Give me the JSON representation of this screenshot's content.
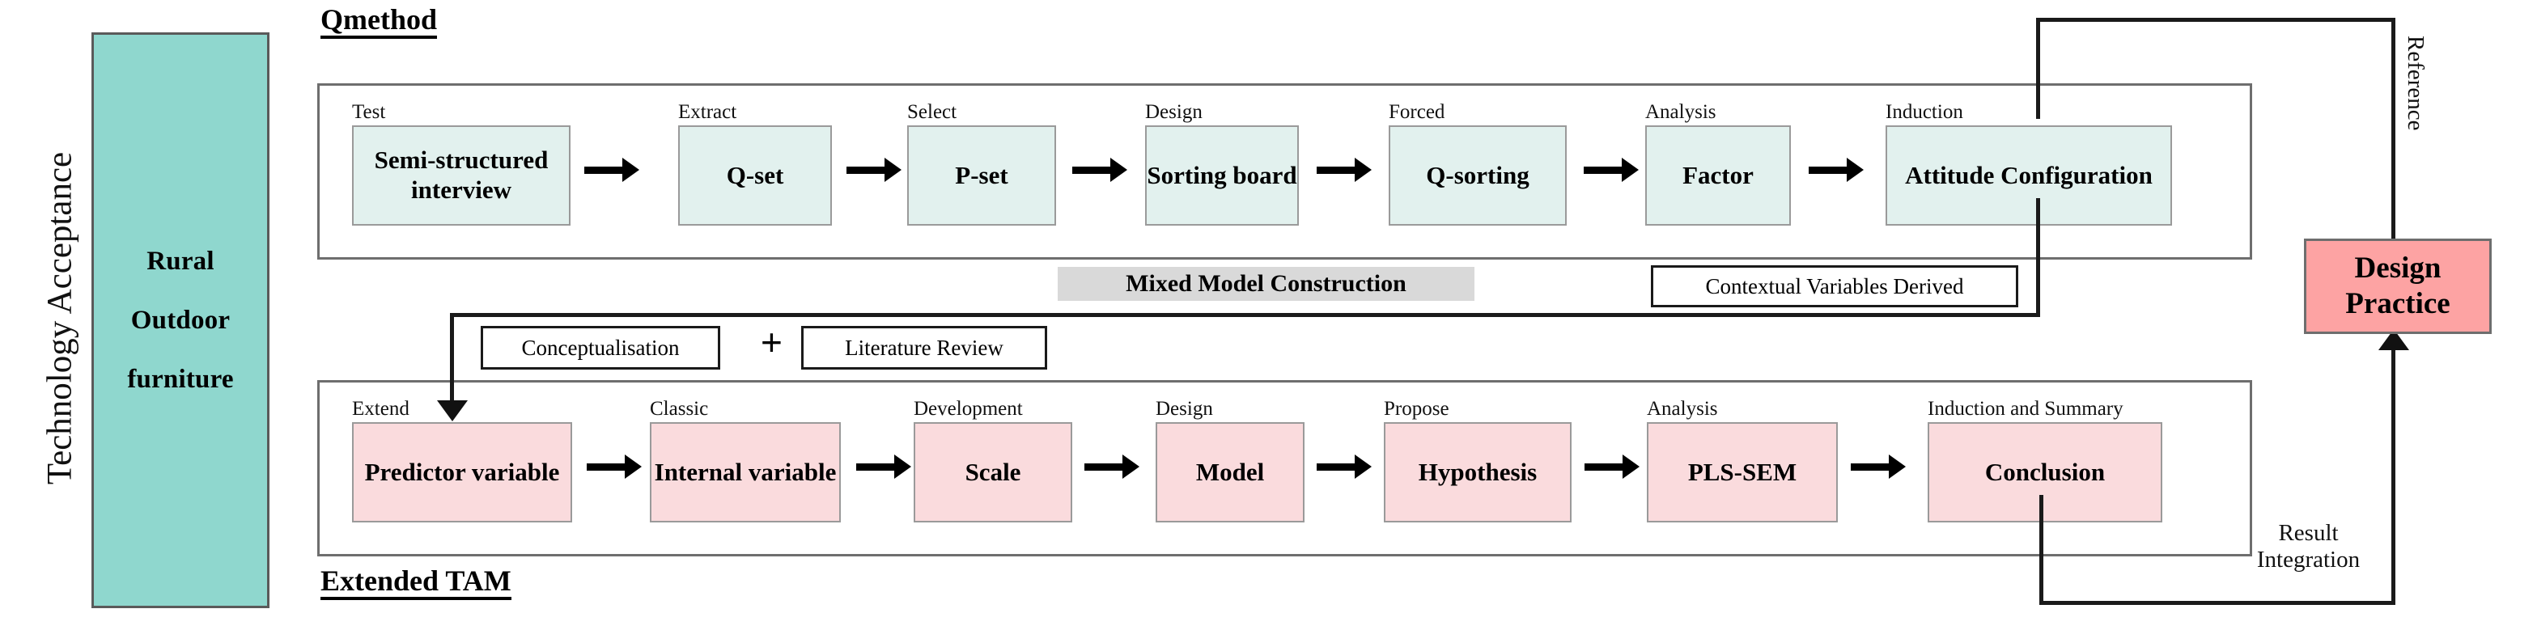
{
  "subject": {
    "axis_label": "Technology Acceptance",
    "panel_lines": [
      "Rural",
      "Outdoor",
      "furniture"
    ],
    "panel_color": "#8fd7ce"
  },
  "sections": {
    "top_title": "Qmethod",
    "bottom_title": "Extended TAM",
    "middle_banner": "Mixed Model Construction"
  },
  "qmethod": {
    "steps": [
      {
        "caption": "Test",
        "label": "Semi-structured interview"
      },
      {
        "caption": "Extract",
        "label": "Q-set"
      },
      {
        "caption": "Select",
        "label": "P-set"
      },
      {
        "caption": "Design",
        "label": "Sorting board"
      },
      {
        "caption": "Forced",
        "label": "Q-sorting"
      },
      {
        "caption": "Analysis",
        "label": "Factor"
      },
      {
        "caption": "Induction",
        "label": "Attitude Configuration"
      }
    ],
    "box_color": "#e2f1ee"
  },
  "tam": {
    "steps": [
      {
        "caption": "Extend",
        "label": "Predictor variable"
      },
      {
        "caption": "Classic",
        "label": "Internal variable"
      },
      {
        "caption": "Development",
        "label": "Scale"
      },
      {
        "caption": "Design",
        "label": "Model"
      },
      {
        "caption": "Propose",
        "label": "Hypothesis"
      },
      {
        "caption": "Analysis",
        "label": "PLS-SEM"
      },
      {
        "caption": "Induction and Summary",
        "label": "Conclusion"
      }
    ],
    "box_color": "#fadbdd"
  },
  "middle": {
    "contextual_tag": "Contextual Variables Derived",
    "conceptualisation_tag": "Conceptualisation",
    "plus": "+",
    "literature_tag": "Literature Review"
  },
  "outcome": {
    "practice_lines": [
      "Design",
      "Practice"
    ],
    "practice_color": "#fda3a3",
    "reference_label": "Reference",
    "result_label_line1": "Result",
    "result_label_line2": "Integration"
  }
}
